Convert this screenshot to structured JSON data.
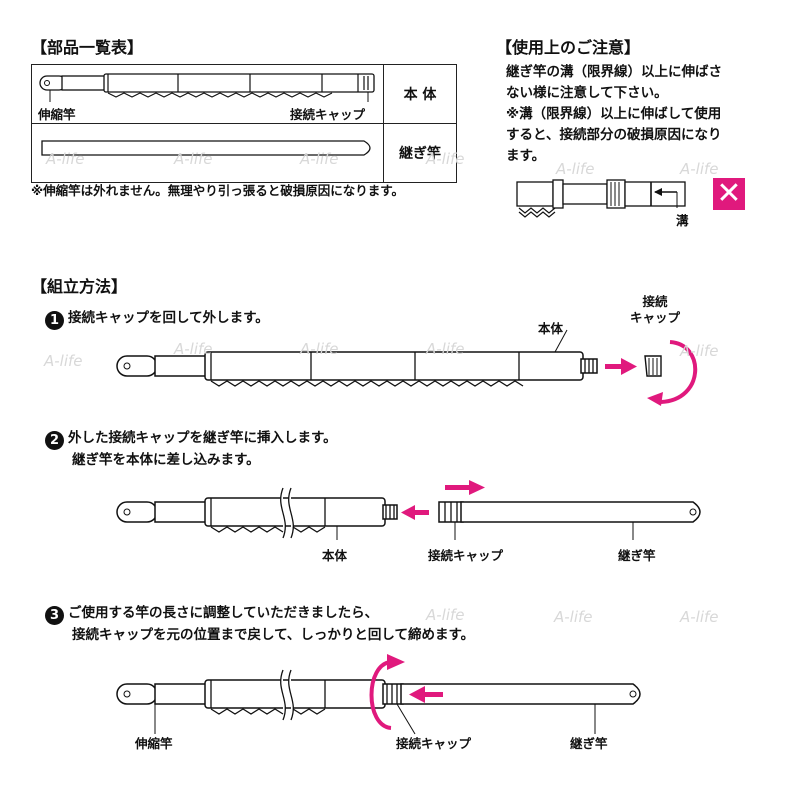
{
  "parts": {
    "heading": "【部品一覧表】",
    "row1": {
      "name": "本 体",
      "left_label": "伸縮竿",
      "right_label": "接続キャップ"
    },
    "row2": {
      "name": "継ぎ竿"
    },
    "note": "※伸縮竿は外れません。無理やり引っ張ると破損原因になります。"
  },
  "caution": {
    "heading": "【使用上のご注意】",
    "lines": [
      "継ぎ竿の溝（限界線）以上に伸ばさ",
      "ない様に注意して下さい。",
      "※溝（限界線）以上に伸ばして使用",
      "すると、接続部分の破損原因になり",
      "ます。"
    ],
    "groove_label": "溝",
    "ng_mark": "✕"
  },
  "assembly": {
    "heading": "【組立方法】",
    "step1": {
      "num": "1",
      "text": "接続キャップを回して外します。",
      "label_body": "本体",
      "label_cap_1": "接続",
      "label_cap_2": "キャップ"
    },
    "step2": {
      "num": "2",
      "text1": "外した接続キャップを継ぎ竿に挿入します。",
      "text2": "継ぎ竿を本体に差し込みます。",
      "label_body": "本体",
      "label_cap": "接続キャップ",
      "label_rod": "継ぎ竿"
    },
    "step3": {
      "num": "3",
      "text1": "ご使用する竿の長さに調整していただきましたら、",
      "text2": "接続キャップを元の位置まで戻して、しっかりと回して締めます。",
      "label_pole": "伸縮竿",
      "label_cap": "接続キャップ",
      "label_rod": "継ぎ竿"
    }
  },
  "watermark": "A-life",
  "colors": {
    "accent": "#e0197d",
    "ink": "#111111"
  }
}
